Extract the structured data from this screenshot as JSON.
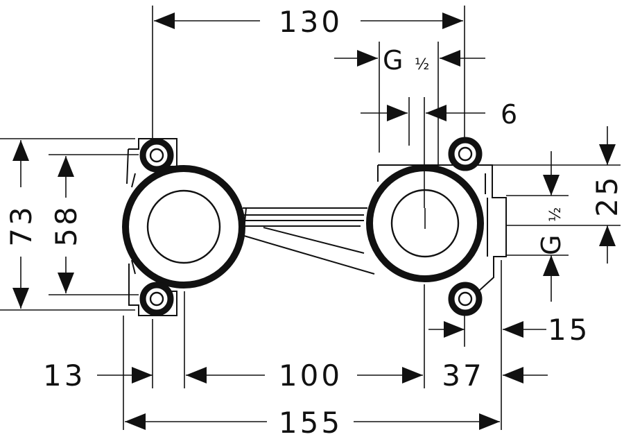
{
  "dimensions": {
    "top_width": "130",
    "thread_top_g": "G",
    "thread_top_frac": "½",
    "offset_6": "6",
    "height_total": "73",
    "height_holes": "58",
    "right_25": "25",
    "thread_right_g": "G",
    "thread_right_frac": "½",
    "right_15": "15",
    "bottom_13": "13",
    "bottom_100": "100",
    "bottom_37": "37",
    "bottom_155": "155"
  },
  "colors": {
    "ink": "#111111",
    "background": "#ffffff"
  }
}
